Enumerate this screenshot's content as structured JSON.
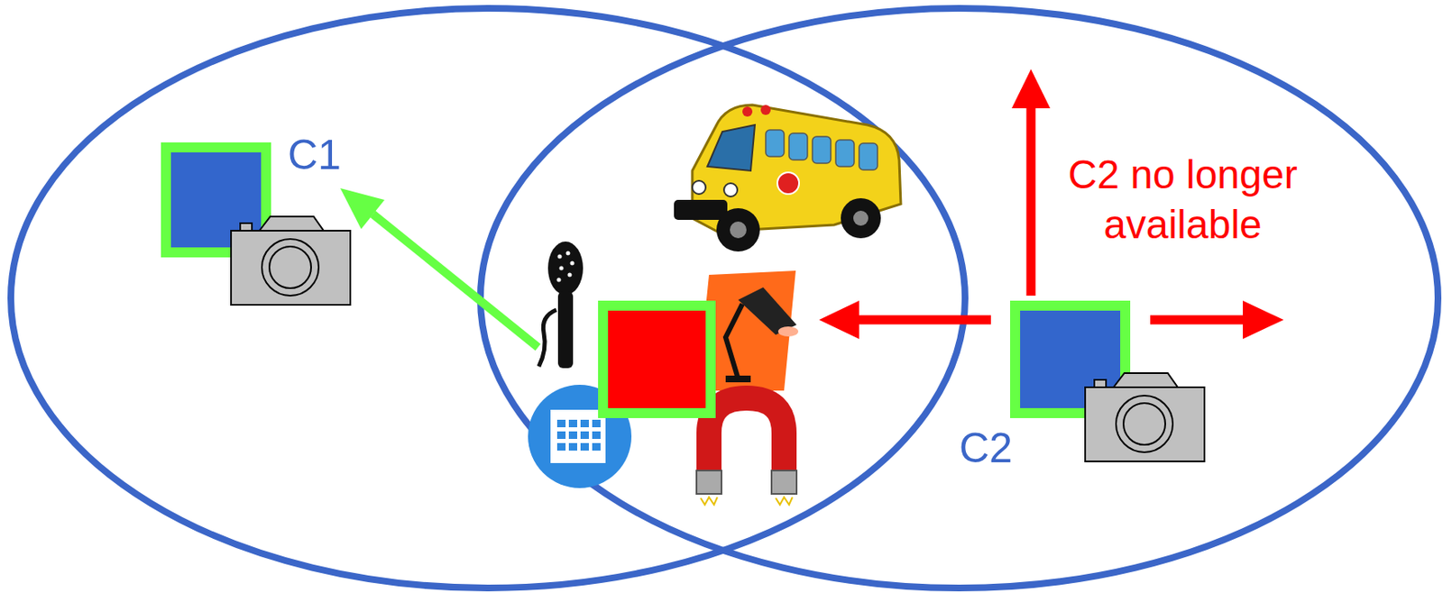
{
  "diagram": {
    "nodes": [
      {
        "text": [
          "C1"
        ]
      },
      {
        "text": [
          "C2"
        ]
      }
    ],
    "labels": [
      "C2 no longer available"
    ]
  }
}
